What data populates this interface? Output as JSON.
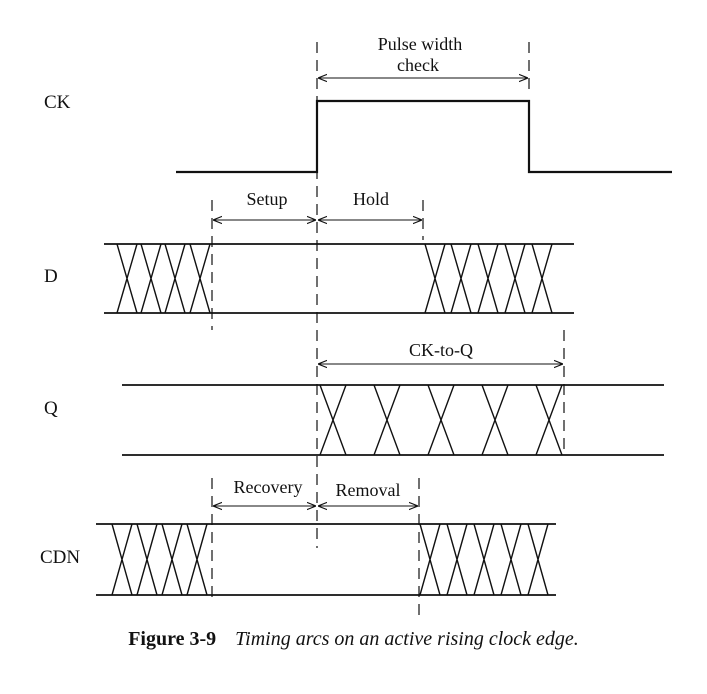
{
  "signals": {
    "ck": "CK",
    "d": "D",
    "q": "Q",
    "cdn": "CDN"
  },
  "arcs": {
    "pulse_width_line1": "Pulse width",
    "pulse_width_line2": "check",
    "setup": "Setup",
    "hold": "Hold",
    "ck_to_q": "CK-to-Q",
    "recovery": "Recovery",
    "removal": "Removal"
  },
  "caption": {
    "number": "Figure 3-9",
    "text": "Timing arcs on an active rising clock edge."
  }
}
